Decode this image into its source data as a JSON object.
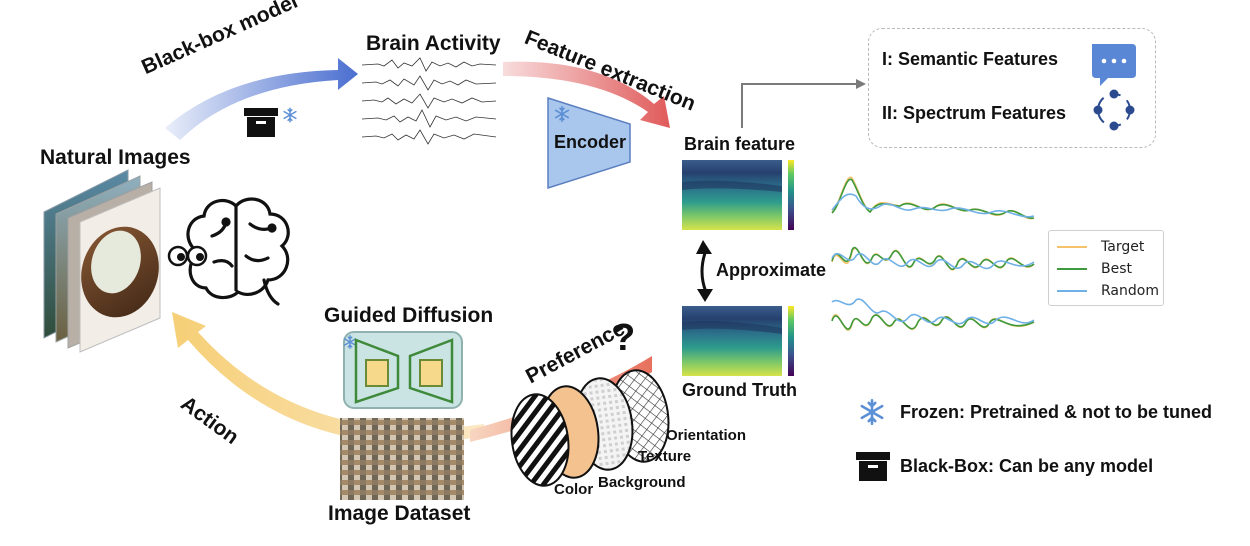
{
  "labels": {
    "brain_activity": "Brain Activity",
    "natural_images": "Natural Images",
    "black_box_model": "Black-box model",
    "feature_extraction": "Feature extraction",
    "encoder": "Encoder",
    "brain_feature": "Brain feature",
    "approximate": "Approximate",
    "ground_truth": "Ground Truth",
    "guided_diffusion": "Guided Diffusion",
    "image_dataset": "Image Dataset",
    "action": "Action",
    "preference": "Preference"
  },
  "features": {
    "semantic": "I: Semantic Features",
    "spectrum": "II: Spectrum Features"
  },
  "preference_attributes": [
    "Orientation",
    "Texture",
    "Background",
    "Color"
  ],
  "legend": [
    {
      "name": "Target",
      "color": "#f3c26a"
    },
    {
      "name": "Best",
      "color": "#3d9a3d"
    },
    {
      "name": "Random",
      "color": "#6fb0e6"
    }
  ],
  "key": {
    "frozen": "Frozen: Pretrained & not to be tuned",
    "black_box": "Black-Box: Can be any model"
  },
  "colors": {
    "blue_arrow": "#4a6ed0",
    "red_arrow": "#e06060",
    "yellow_arrow": "#f6d078",
    "snowflake": "#5b8fd6",
    "chat_icon": "#5a86d6",
    "encoder_fill": "#a9c6ec"
  }
}
